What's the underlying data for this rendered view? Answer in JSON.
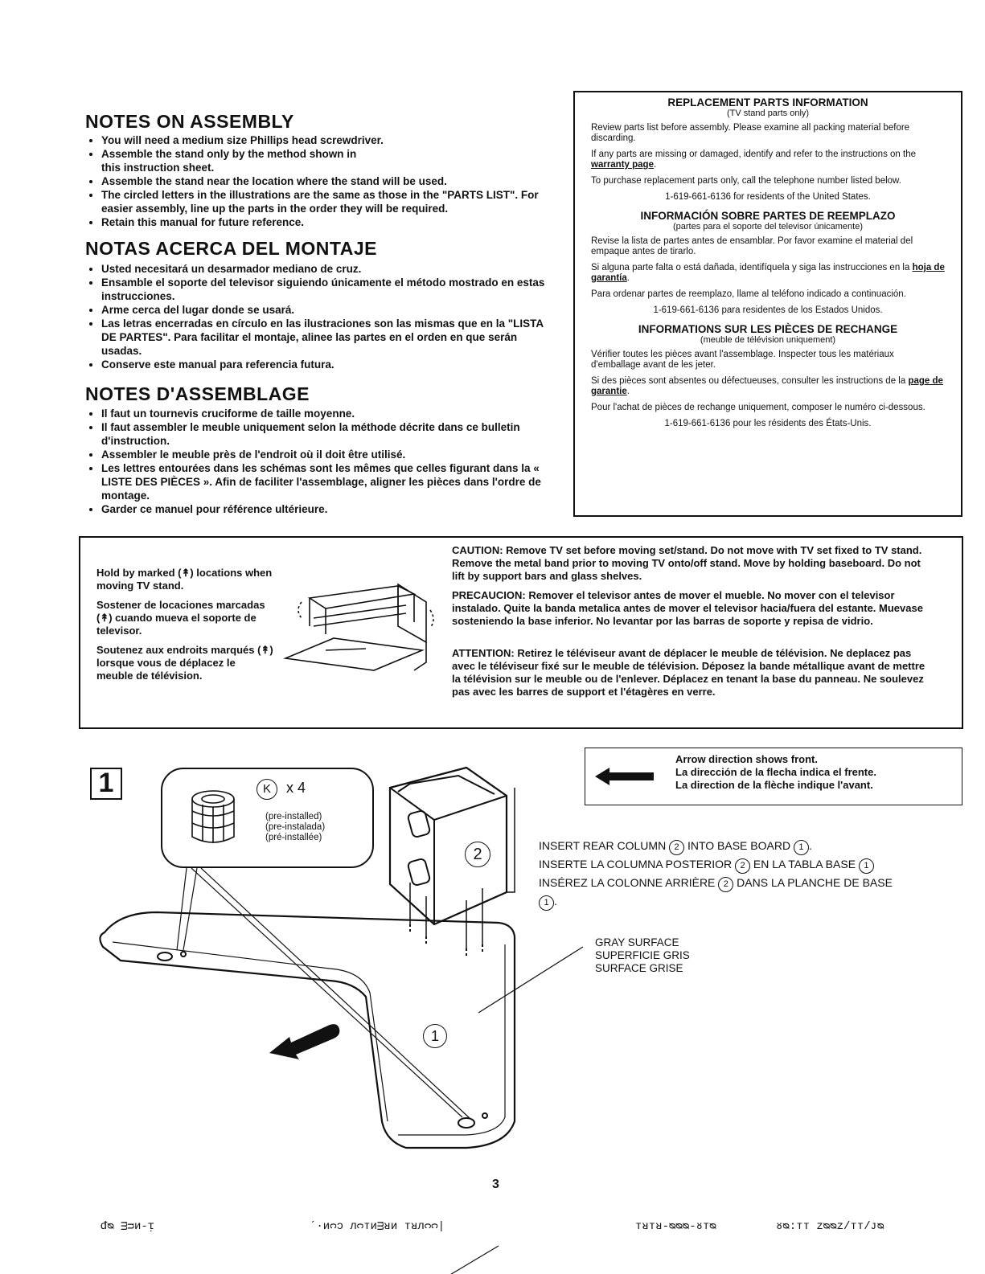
{
  "assembly_en": {
    "title": "NOTES ON ASSEMBLY",
    "items": [
      "You will need a medium size Phillips head screwdriver.",
      "Assemble the stand only by the method shown in this instruction sheet.",
      "Assemble the stand near the location where the stand will be used.",
      "The circled letters in the illustrations are the same as those in the \"PARTS LIST\". For easier assembly, line up the parts in the order they will be required.",
      "Retain this manual for future reference."
    ]
  },
  "assembly_es": {
    "title": "NOTAS ACERCA DEL MONTAJE",
    "items": [
      "Usted necesitará un desarmador mediano de cruz.",
      "Ensamble el soporte del televisor siguiendo únicamente el método mostrado en estas instrucciones.",
      "Arme cerca del lugar donde se usará.",
      "Las letras encerradas en círculo en las ilustraciones son las mismas que en la \"LISTA DE PARTES\". Para facilitar el montaje, alinee las partes en el orden en que serán usadas.",
      "Conserve este manual para referencia futura."
    ]
  },
  "assembly_fr": {
    "title": "NOTES D'ASSEMBLAGE",
    "items": [
      "Il faut un tournevis cruciforme de taille moyenne.",
      "Il faut assembler le meuble uniquement selon la méthode décrite dans ce bulletin d'instruction.",
      "Assembler le meuble près de l'endroit où il doit être utilisé.",
      "Les lettres entourées dans les schémas sont les mêmes que celles figurant dans la « LISTE DES PIÈCES ». Afin de faciliter l'assemblage, aligner les pièces dans l'ordre de montage.",
      "Garder ce manuel pour référence ultérieure."
    ]
  },
  "parts_en": {
    "heading": "REPLACEMENT PARTS INFORMATION",
    "subheading": "(TV stand parts only)",
    "p1": "Review parts list before assembly. Please examine all packing material before discarding.",
    "p2_pre": "If any parts are missing or damaged, identify and refer to the instructions on the ",
    "p2_link": "warranty page",
    "p2_post": ".",
    "p3": "To purchase replacement parts only, call the telephone number listed below.",
    "phone": "1-619-661-6136 for residents of the United States."
  },
  "parts_es": {
    "heading": "INFORMACIÓN SOBRE PARTES DE REEMPLAZO",
    "subheading": "(partes para el soporte del televisor únicamente)",
    "p1": "Revise la lista de partes antes de ensamblar. Por favor examine el material del empaque antes de tirarlo.",
    "p2_pre": "Si alguna parte falta o está dañada, identifíquela y siga las instrucciones en la ",
    "p2_link": "hoja de garantía",
    "p2_post": ".",
    "p3": "Para ordenar partes de reemplazo, llame al teléfono indicado a continuación.",
    "phone": "1-619-661-6136 para residentes de los Estados Unidos."
  },
  "parts_fr": {
    "heading": "INFORMATIONS SUR LES PIÈCES DE RECHANGE",
    "subheading": "(meuble de télévision uniquement)",
    "p1": "Vérifier toutes les pièces avant l'assemblage. Inspecter tous les matériaux d'emballage avant de les jeter.",
    "p2_pre": "Si des pièces sont absentes ou défectueuses, consulter les instructions de la ",
    "p2_link": "page de garantie",
    "p2_post": ".",
    "p3": "Pour l'achat de pièces de rechange uniquement, composer le numéro ci-dessous.",
    "phone": "1-619-661-6136 pour les résidents des États-Unis."
  },
  "hold": {
    "en": "Hold by marked (↟) locations when moving TV stand.",
    "es": "Sostener de locaciones marcadas (↟) cuando mueva el soporte de televisor.",
    "fr": "Soutenez aux endroits marqués (↟) lorsque vous de déplacez le meuble de télévision."
  },
  "caution": {
    "en_label": "CAUTION:",
    "en": " Remove TV set before moving set/stand.  Do not move with TV set fixed to TV stand.  Remove the metal band prior to moving TV onto/off stand.  Move by holding baseboard.  Do not lift by support bars and glass shelves.",
    "es_label": "PRECAUCION:",
    "es": " Remover el televisor antes de mover el mueble.  No mover con el televisor instalado.  Quite la banda metalica antes de mover el televisor hacia/fuera del estante.  Muevase sosteniendo la base inferior.  No levantar por las barras de soporte y repisa de vidrio.",
    "fr_label": "ATTENTION:",
    "fr": " Retirez le téléviseur avant de déplacer le meuble de télévision.  Ne deplacez pas avec le téléviseur fixé sur le meuble de télévision.  Déposez la bande métallique avant de mettre la télévision sur le meuble ou de l'enlever.  Déplacez en tenant la base du panneau.  Ne soulevez pas avec les barres de support et l'étagères en verre."
  },
  "step": {
    "number": "1",
    "hardware_letter": "K",
    "hardware_count": "x 4",
    "pre_en": "(pre-installed)",
    "pre_es": "(pre-instalada)",
    "pre_fr": "(pré-installée)",
    "callout_rear": "2",
    "callout_base": "1"
  },
  "arrow_note": {
    "en": "Arrow direction shows front.",
    "es": "La dirección de la flecha indica el frente.",
    "fr": "La direction de la flèche indique l'avant."
  },
  "insert": {
    "en_pre": "INSERT REAR COLUMN ",
    "en_mid": " INTO BASE BOARD ",
    "en_post": ".",
    "es_pre": "INSERTE LA COLUMNA POSTERIOR ",
    "es_mid": " EN LA TABLA BASE ",
    "fr_pre": "INSÉREZ LA COLONNE ARRIÈRE ",
    "fr_mid": " DANS LA PLANCHE DE BASE ",
    "fr_post": ".",
    "rear": "2",
    "base": "1"
  },
  "surface": {
    "en": "GRAY SURFACE",
    "es": "SUPERFICIE GRIS",
    "fr": "SURFACE GRISE"
  },
  "page_number": "3",
  "footer": {
    "a": "ᵭᴓ  ᴟᴝᴎ-ᴉ",
    "b": "ˊ·ᴎᴒᴐ  ᴫᴒᴛᴎᴟᴚᴎ  ᴛᴚᴫᴒᴒ|",
    "c": "ᴛᴚᴛᴚ-ᴓᴓᴓ-ᴕᴛᴓ",
    "d": "ᴕᴓ:ᴛᴛ   ᴢᴓᴓᴢ/ᴛᴛ/ᴊᴓ"
  }
}
